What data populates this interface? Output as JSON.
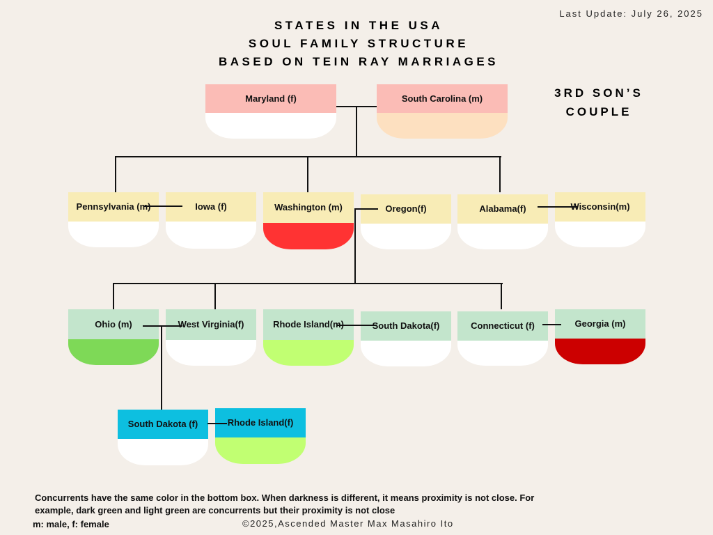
{
  "title": {
    "line1": "STATES IN THE USA",
    "line2": "SOUL FAMILY STRUCTURE",
    "line3": "BASED ON TEIN RAY MARRIAGES"
  },
  "last_update": "Last Update: July 26, 2025",
  "section_label": {
    "line1": "3RD SON’S",
    "line2": "COUPLE"
  },
  "nodes": [
    {
      "label": "Maryland (f)",
      "header_color": "#fbbcb6",
      "bottom_color": "#ffffff"
    },
    {
      "label": "South Carolina (m)",
      "header_color": "#fbbcb6",
      "bottom_color": "#fde0c0"
    },
    {
      "label": "Pennsylvania (m)",
      "header_color": "#f8ecb6",
      "bottom_color": "#ffffff"
    },
    {
      "label": "Iowa (f)",
      "header_color": "#f8ecb6",
      "bottom_color": "#ffffff"
    },
    {
      "label": "Washington (m)",
      "header_color": "#f8ecb6",
      "bottom_color": "#ff3333"
    },
    {
      "label": "Oregon(f)",
      "header_color": "#f8ecb6",
      "bottom_color": "#ffffff"
    },
    {
      "label": "Alabama(f)",
      "header_color": "#f8ecb6",
      "bottom_color": "#ffffff"
    },
    {
      "label": "Wisconsin(m)",
      "header_color": "#f8ecb6",
      "bottom_color": "#ffffff"
    },
    {
      "label": "Ohio (m)",
      "header_color": "#c3e5cc",
      "bottom_color": "#7ed957"
    },
    {
      "label": "West Virginia(f)",
      "header_color": "#c3e5cc",
      "bottom_color": "#ffffff"
    },
    {
      "label": "Rhode Island(m)",
      "header_color": "#c3e5cc",
      "bottom_color": "#c1ff72"
    },
    {
      "label": "South Dakota(f)",
      "header_color": "#c3e5cc",
      "bottom_color": "#ffffff"
    },
    {
      "label": "Connecticut (f)",
      "header_color": "#c3e5cc",
      "bottom_color": "#ffffff"
    },
    {
      "label": "Georgia (m)",
      "header_color": "#c3e5cc",
      "bottom_color": "#cc0000"
    },
    {
      "label": "South Dakota (f)",
      "header_color": "#0dbfe0",
      "bottom_color": "#ffffff"
    },
    {
      "label": "Rhode Island(f)",
      "header_color": "#0dbfe0",
      "bottom_color": "#c1ff72"
    }
  ],
  "note": "Concurrents have the same color in the bottom box. When darkness is different, it means proximity is not close. For example, dark green and light green are concurrents but their proximity is not close",
  "legend": "m: male, f: female",
  "copyright": "©2025,Ascended Master Max Masahiro Ito"
}
